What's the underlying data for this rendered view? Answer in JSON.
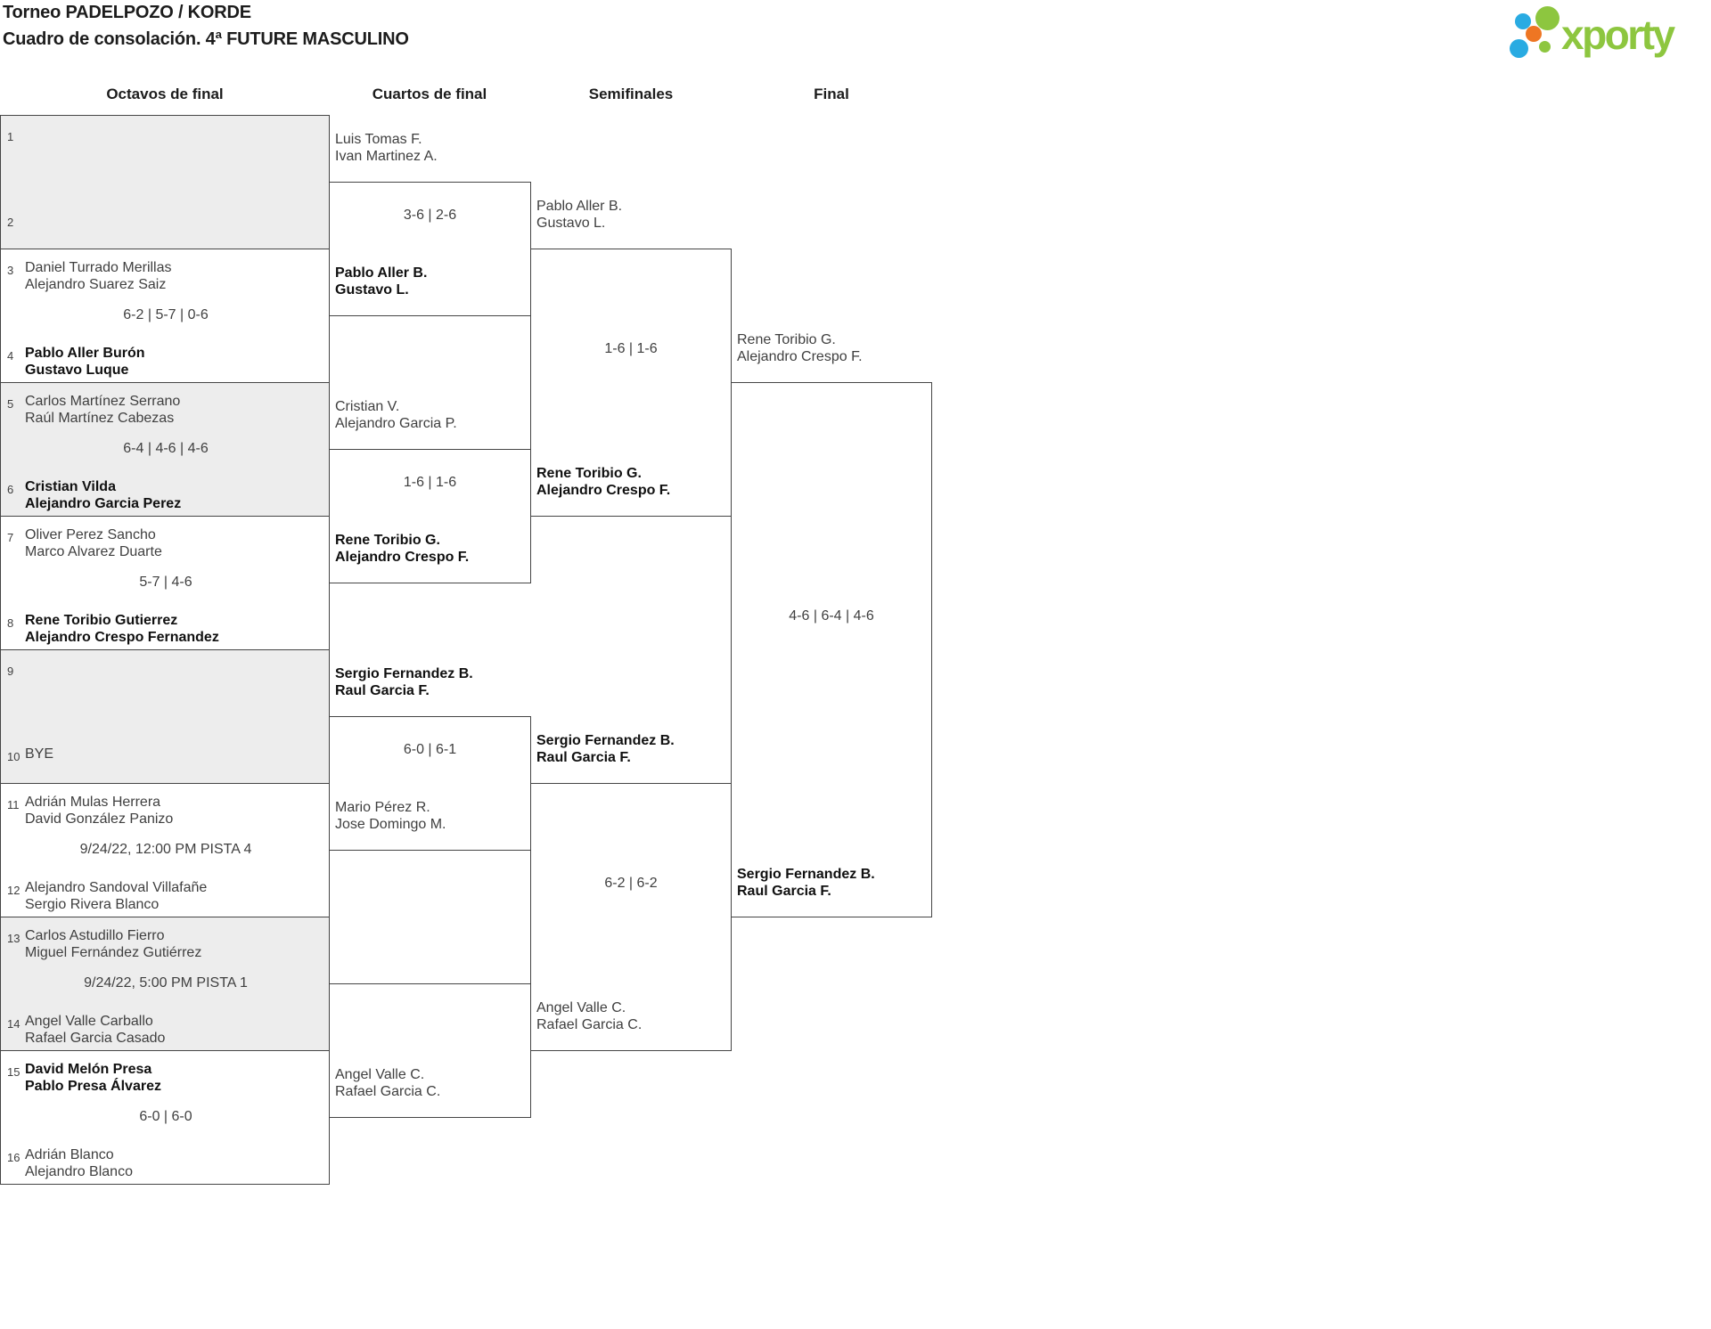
{
  "header": {
    "title": "Torneo PADELPOZO / KORDE",
    "subtitle": "Cuadro de consolación. 4ª FUTURE MASCULINO"
  },
  "logo": {
    "brand": "xporty",
    "green": "#8dc63f",
    "blue": "#29abe2",
    "orange": "#ee7623"
  },
  "colors": {
    "box-gray": "#ededed",
    "border": "#454545",
    "text": "#3f3f3f",
    "winner-text": "#101010"
  },
  "columns": [
    "Octavos de final",
    "Cuartos de final",
    "Semifinales",
    "Final"
  ],
  "round1": [
    {
      "seed_top": "1",
      "team_top": [],
      "bold_top": false,
      "center": "",
      "seed_bottom": "2",
      "team_bottom": [],
      "bold_bottom": false
    },
    {
      "seed_top": "3",
      "team_top": [
        "Daniel Turrado Merillas",
        "Alejandro Suarez Saiz"
      ],
      "bold_top": false,
      "center": "6-2 | 5-7 | 0-6",
      "seed_bottom": "4",
      "team_bottom": [
        "Pablo Aller Burón",
        "Gustavo Luque"
      ],
      "bold_bottom": true
    },
    {
      "seed_top": "5",
      "team_top": [
        "Carlos Martínez Serrano",
        "Raúl Martínez Cabezas"
      ],
      "bold_top": false,
      "center": "6-4 | 4-6 | 4-6",
      "seed_bottom": "6",
      "team_bottom": [
        "Cristian Vilda",
        "Alejandro Garcia Perez"
      ],
      "bold_bottom": true
    },
    {
      "seed_top": "7",
      "team_top": [
        "Oliver Perez Sancho",
        "Marco Alvarez Duarte"
      ],
      "bold_top": false,
      "center": "5-7 | 4-6",
      "seed_bottom": "8",
      "team_bottom": [
        "Rene Toribio Gutierrez",
        "Alejandro Crespo Fernandez"
      ],
      "bold_bottom": true
    },
    {
      "seed_top": "9",
      "team_top": [],
      "bold_top": false,
      "center": "",
      "seed_bottom": "10",
      "team_bottom": [
        "BYE"
      ],
      "bold_bottom": false
    },
    {
      "seed_top": "11",
      "team_top": [
        "Adrián Mulas Herrera",
        "David González Panizo"
      ],
      "bold_top": false,
      "center": "9/24/22, 12:00 PM PISTA 4",
      "seed_bottom": "12",
      "team_bottom": [
        "Alejandro Sandoval Villafañe",
        "Sergio Rivera Blanco"
      ],
      "bold_bottom": false
    },
    {
      "seed_top": "13",
      "team_top": [
        "Carlos Astudillo Fierro",
        "Miguel Fernández Gutiérrez"
      ],
      "bold_top": false,
      "center": "9/24/22, 5:00 PM PISTA 1",
      "seed_bottom": "14",
      "team_bottom": [
        "Angel Valle Carballo",
        "Rafael Garcia Casado"
      ],
      "bold_bottom": false
    },
    {
      "seed_top": "15",
      "team_top": [
        "David Melón Presa",
        "Pablo Presa Álvarez"
      ],
      "bold_top": true,
      "center": "6-0 | 6-0",
      "seed_bottom": "16",
      "team_bottom": [
        "Adrián Blanco",
        "Alejandro Blanco"
      ],
      "bold_bottom": false
    }
  ],
  "rounds_later": [
    [
      {
        "team_top": [
          "Luis Tomas F.",
          "Ivan Martinez A."
        ],
        "bold_top": false,
        "score": "3-6 | 2-6",
        "team_bottom": [
          "Pablo Aller B.",
          "Gustavo L."
        ],
        "bold_bottom": true
      },
      {
        "team_top": [
          "Cristian V.",
          "Alejandro Garcia P."
        ],
        "bold_top": false,
        "score": "1-6 | 1-6",
        "team_bottom": [
          "Rene Toribio G.",
          "Alejandro Crespo F."
        ],
        "bold_bottom": true
      },
      {
        "team_top": [
          "Sergio Fernandez B.",
          "Raul Garcia F."
        ],
        "bold_top": true,
        "score": "6-0 | 6-1",
        "team_bottom": [
          "Mario Pérez R.",
          "Jose Domingo M."
        ],
        "bold_bottom": false
      },
      {
        "team_top": [],
        "bold_top": false,
        "score": "",
        "team_bottom": [
          "Angel Valle C.",
          "Rafael Garcia C."
        ],
        "bold_bottom": false
      }
    ],
    [
      {
        "team_top": [
          "Pablo Aller B.",
          "Gustavo L."
        ],
        "bold_top": false,
        "score": "1-6 | 1-6",
        "team_bottom": [
          "Rene Toribio G.",
          "Alejandro Crespo F."
        ],
        "bold_bottom": true
      },
      {
        "team_top": [
          "Sergio Fernandez B.",
          "Raul Garcia F."
        ],
        "bold_top": true,
        "score": "6-2 | 6-2",
        "team_bottom": [
          "Angel Valle C.",
          "Rafael Garcia C."
        ],
        "bold_bottom": false
      }
    ],
    [
      {
        "team_top": [
          "Rene Toribio G.",
          "Alejandro Crespo F."
        ],
        "bold_top": false,
        "score": "4-6 | 6-4 | 4-6",
        "team_bottom": [
          "Sergio Fernandez B.",
          "Raul Garcia F."
        ],
        "bold_bottom": true
      }
    ]
  ]
}
